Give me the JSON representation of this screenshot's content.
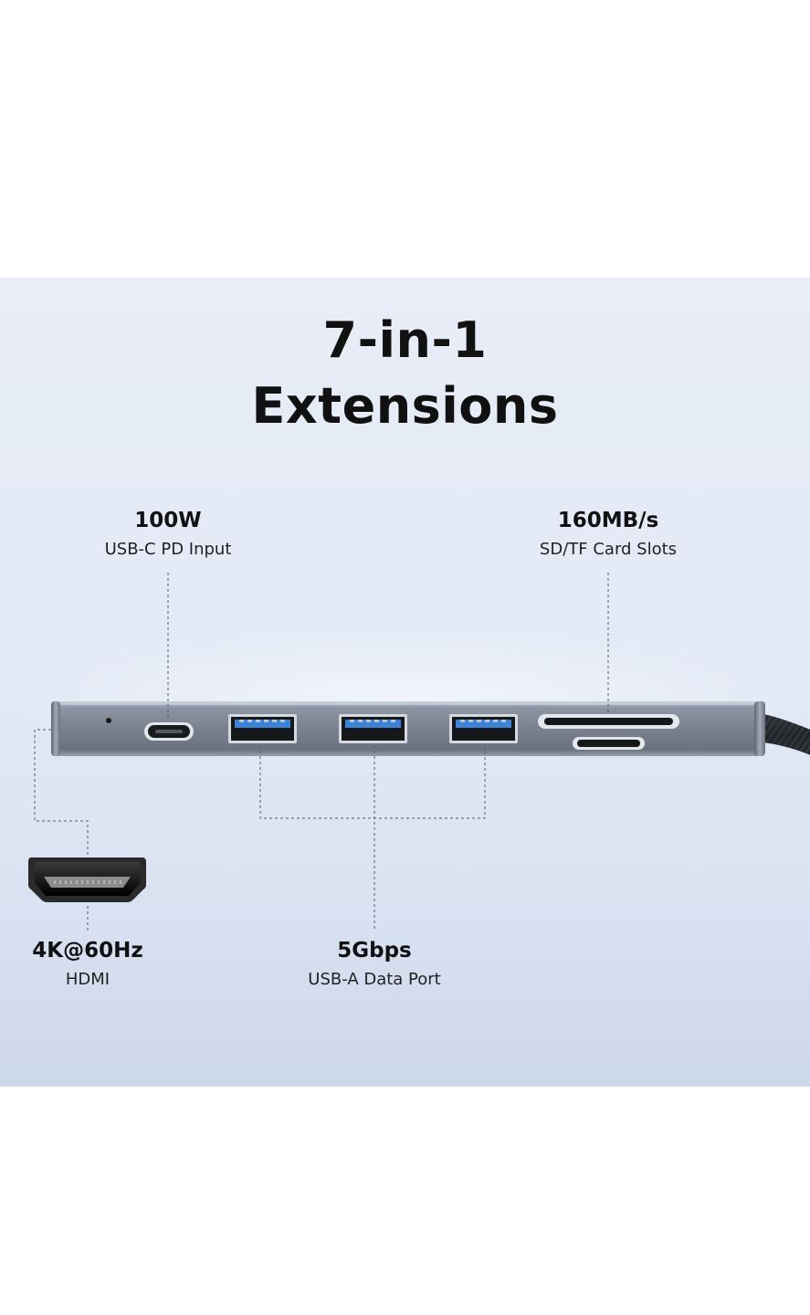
{
  "title": {
    "line1": "7-in-1",
    "line2": "Extensions"
  },
  "callouts": {
    "pd_input": {
      "value": "100W",
      "description": "USB-C PD Input"
    },
    "card_slots": {
      "value": "160MB/s",
      "description": "SD/TF Card Slots"
    },
    "hdmi": {
      "value": "4K@60Hz",
      "description": "HDMI"
    },
    "usb_a": {
      "value": "5Gbps",
      "description": "USB-A Data Port"
    }
  },
  "colors": {
    "background_top": "#e8edf7",
    "background_bottom": "#cdd7ea",
    "hub_body": "#7d8593",
    "usb_blue": "#3b82d9",
    "text": "#111111"
  },
  "icons": {
    "hdmi_port": "hdmi-port-icon",
    "usb_c_port": "usb-c-port-icon",
    "usb_a_port": "usb-a-port-icon",
    "sd_slot": "sd-card-slot-icon",
    "tf_slot": "tf-card-slot-icon"
  }
}
